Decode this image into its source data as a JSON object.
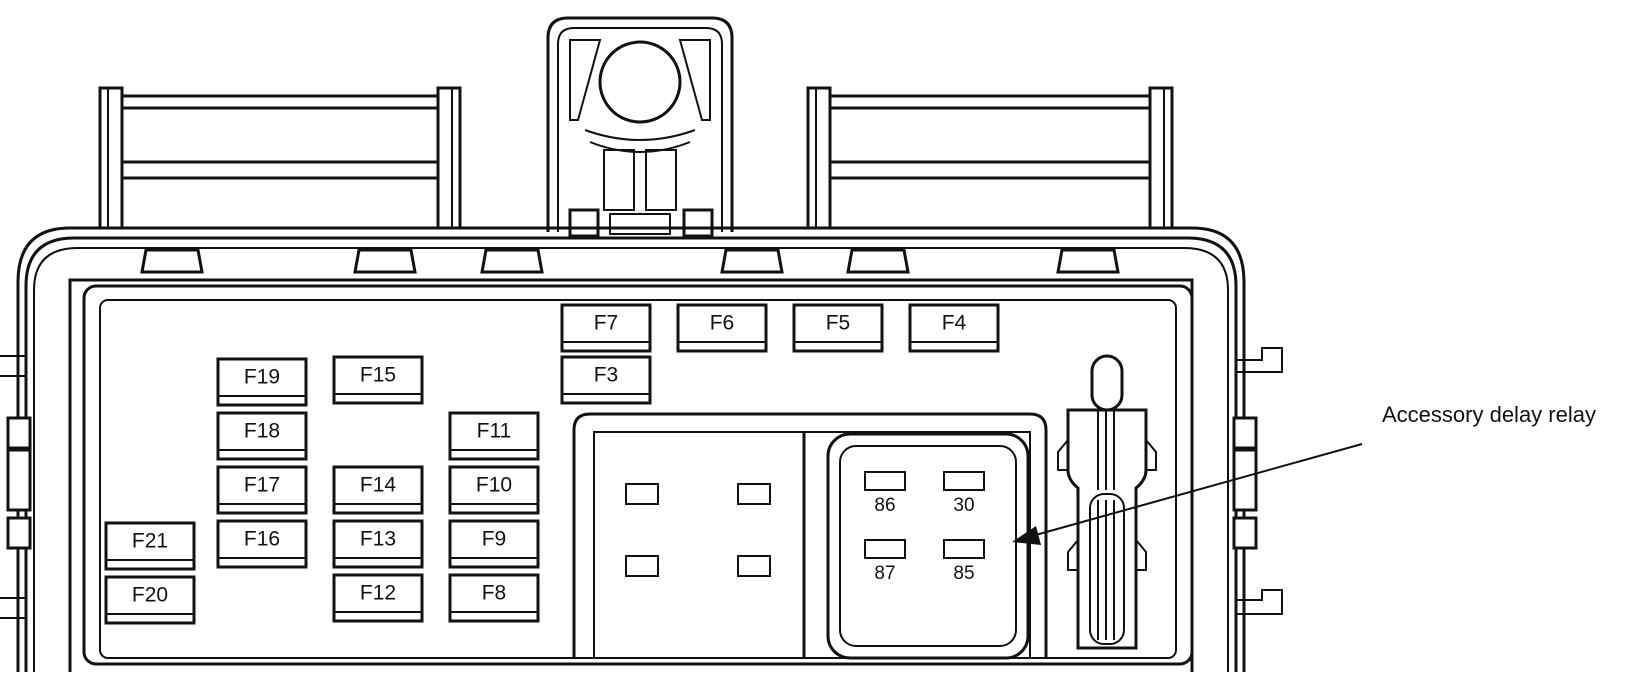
{
  "fuses": [
    {
      "id": "F7"
    },
    {
      "id": "F6"
    },
    {
      "id": "F5"
    },
    {
      "id": "F4"
    },
    {
      "id": "F3"
    },
    {
      "id": "F19"
    },
    {
      "id": "F15"
    },
    {
      "id": "F18"
    },
    {
      "id": "F11"
    },
    {
      "id": "F17"
    },
    {
      "id": "F14"
    },
    {
      "id": "F10"
    },
    {
      "id": "F21"
    },
    {
      "id": "F16"
    },
    {
      "id": "F13"
    },
    {
      "id": "F9"
    },
    {
      "id": "F20"
    },
    {
      "id": "F12"
    },
    {
      "id": "F8"
    }
  ],
  "relay": {
    "terminals": [
      "86",
      "30",
      "87",
      "85"
    ]
  },
  "callout": {
    "label": "Accessory delay relay"
  }
}
